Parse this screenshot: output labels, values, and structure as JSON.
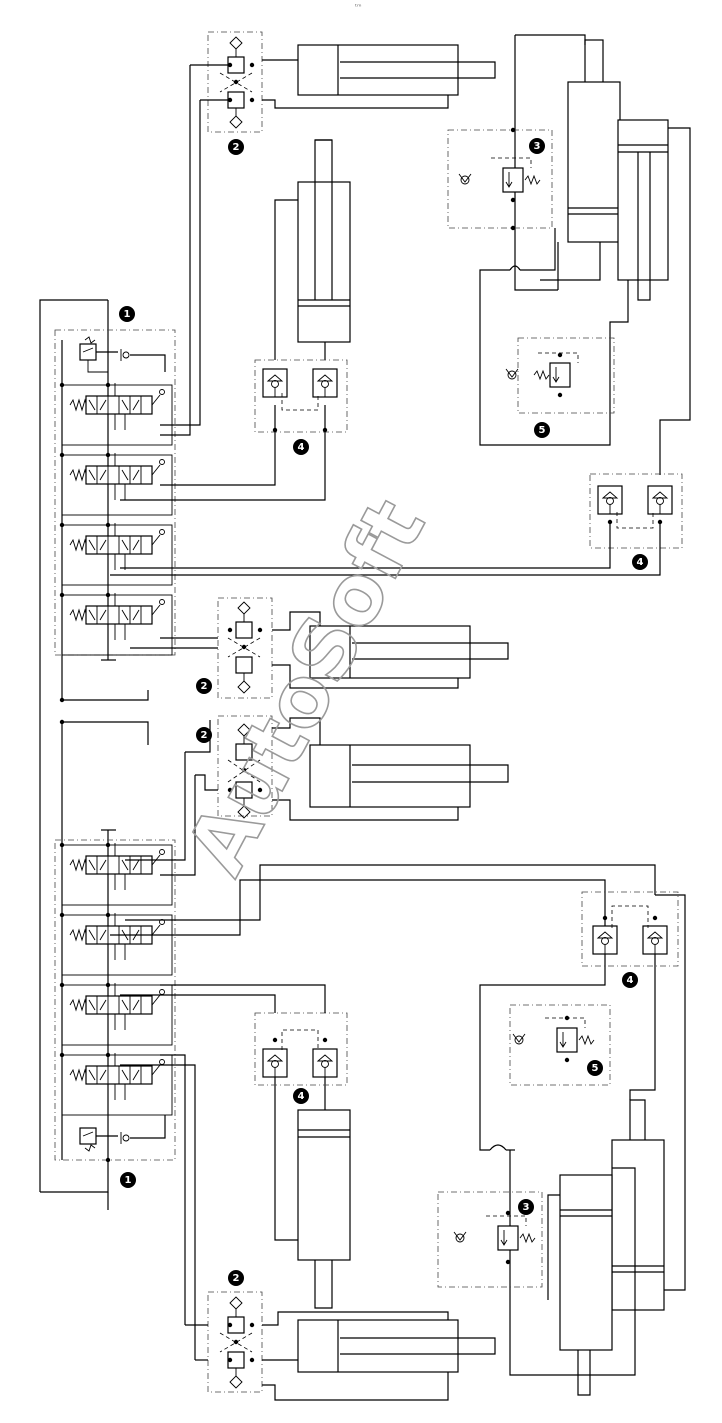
{
  "corner_mark": "ᵗᵐ",
  "watermark": "AutoSoft",
  "callouts": [
    {
      "id": "valve-block-top",
      "label": "1"
    },
    {
      "id": "valve-block-bottom",
      "label": "1"
    },
    {
      "id": "lock-a-top",
      "label": "2"
    },
    {
      "id": "lock-a-middle-upper",
      "label": "2"
    },
    {
      "id": "lock-a-middle-lower",
      "label": "2"
    },
    {
      "id": "lock-a-bottom",
      "label": "2"
    },
    {
      "id": "relief-top",
      "label": "3"
    },
    {
      "id": "relief-bottom",
      "label": "3"
    },
    {
      "id": "lock-b-1",
      "label": "4"
    },
    {
      "id": "lock-b-2",
      "label": "4"
    },
    {
      "id": "lock-b-3",
      "label": "4"
    },
    {
      "id": "lock-b-4",
      "label": "4"
    },
    {
      "id": "balance-top",
      "label": "5"
    },
    {
      "id": "balance-bottom",
      "label": "5"
    }
  ]
}
